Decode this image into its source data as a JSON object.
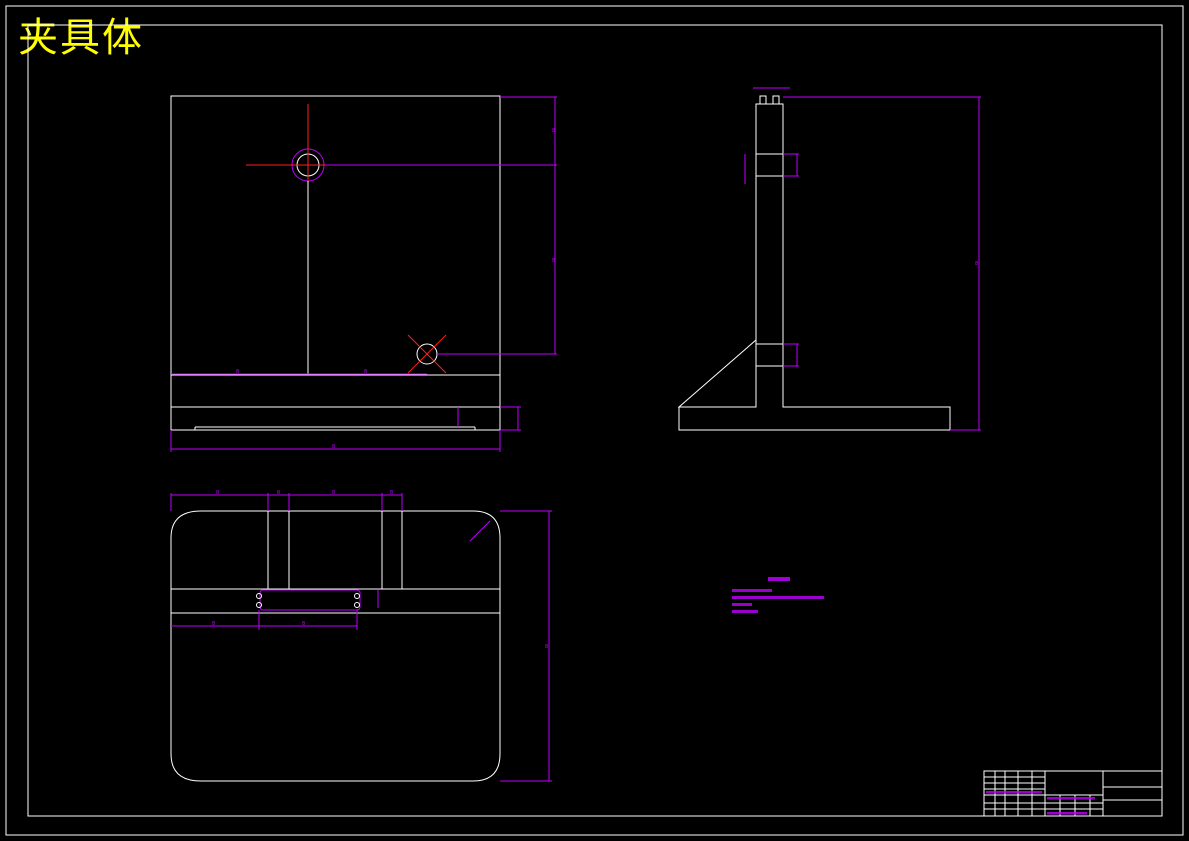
{
  "drawing": {
    "title": "夹具体",
    "title_color": "#ffff00",
    "line_color": "#ffffff",
    "dimension_color": "#c000ff",
    "centerline_color": "#ff2020",
    "background": "#000000",
    "views": [
      "front-view",
      "side-section-view",
      "top-view"
    ],
    "title_block": "title-block"
  }
}
